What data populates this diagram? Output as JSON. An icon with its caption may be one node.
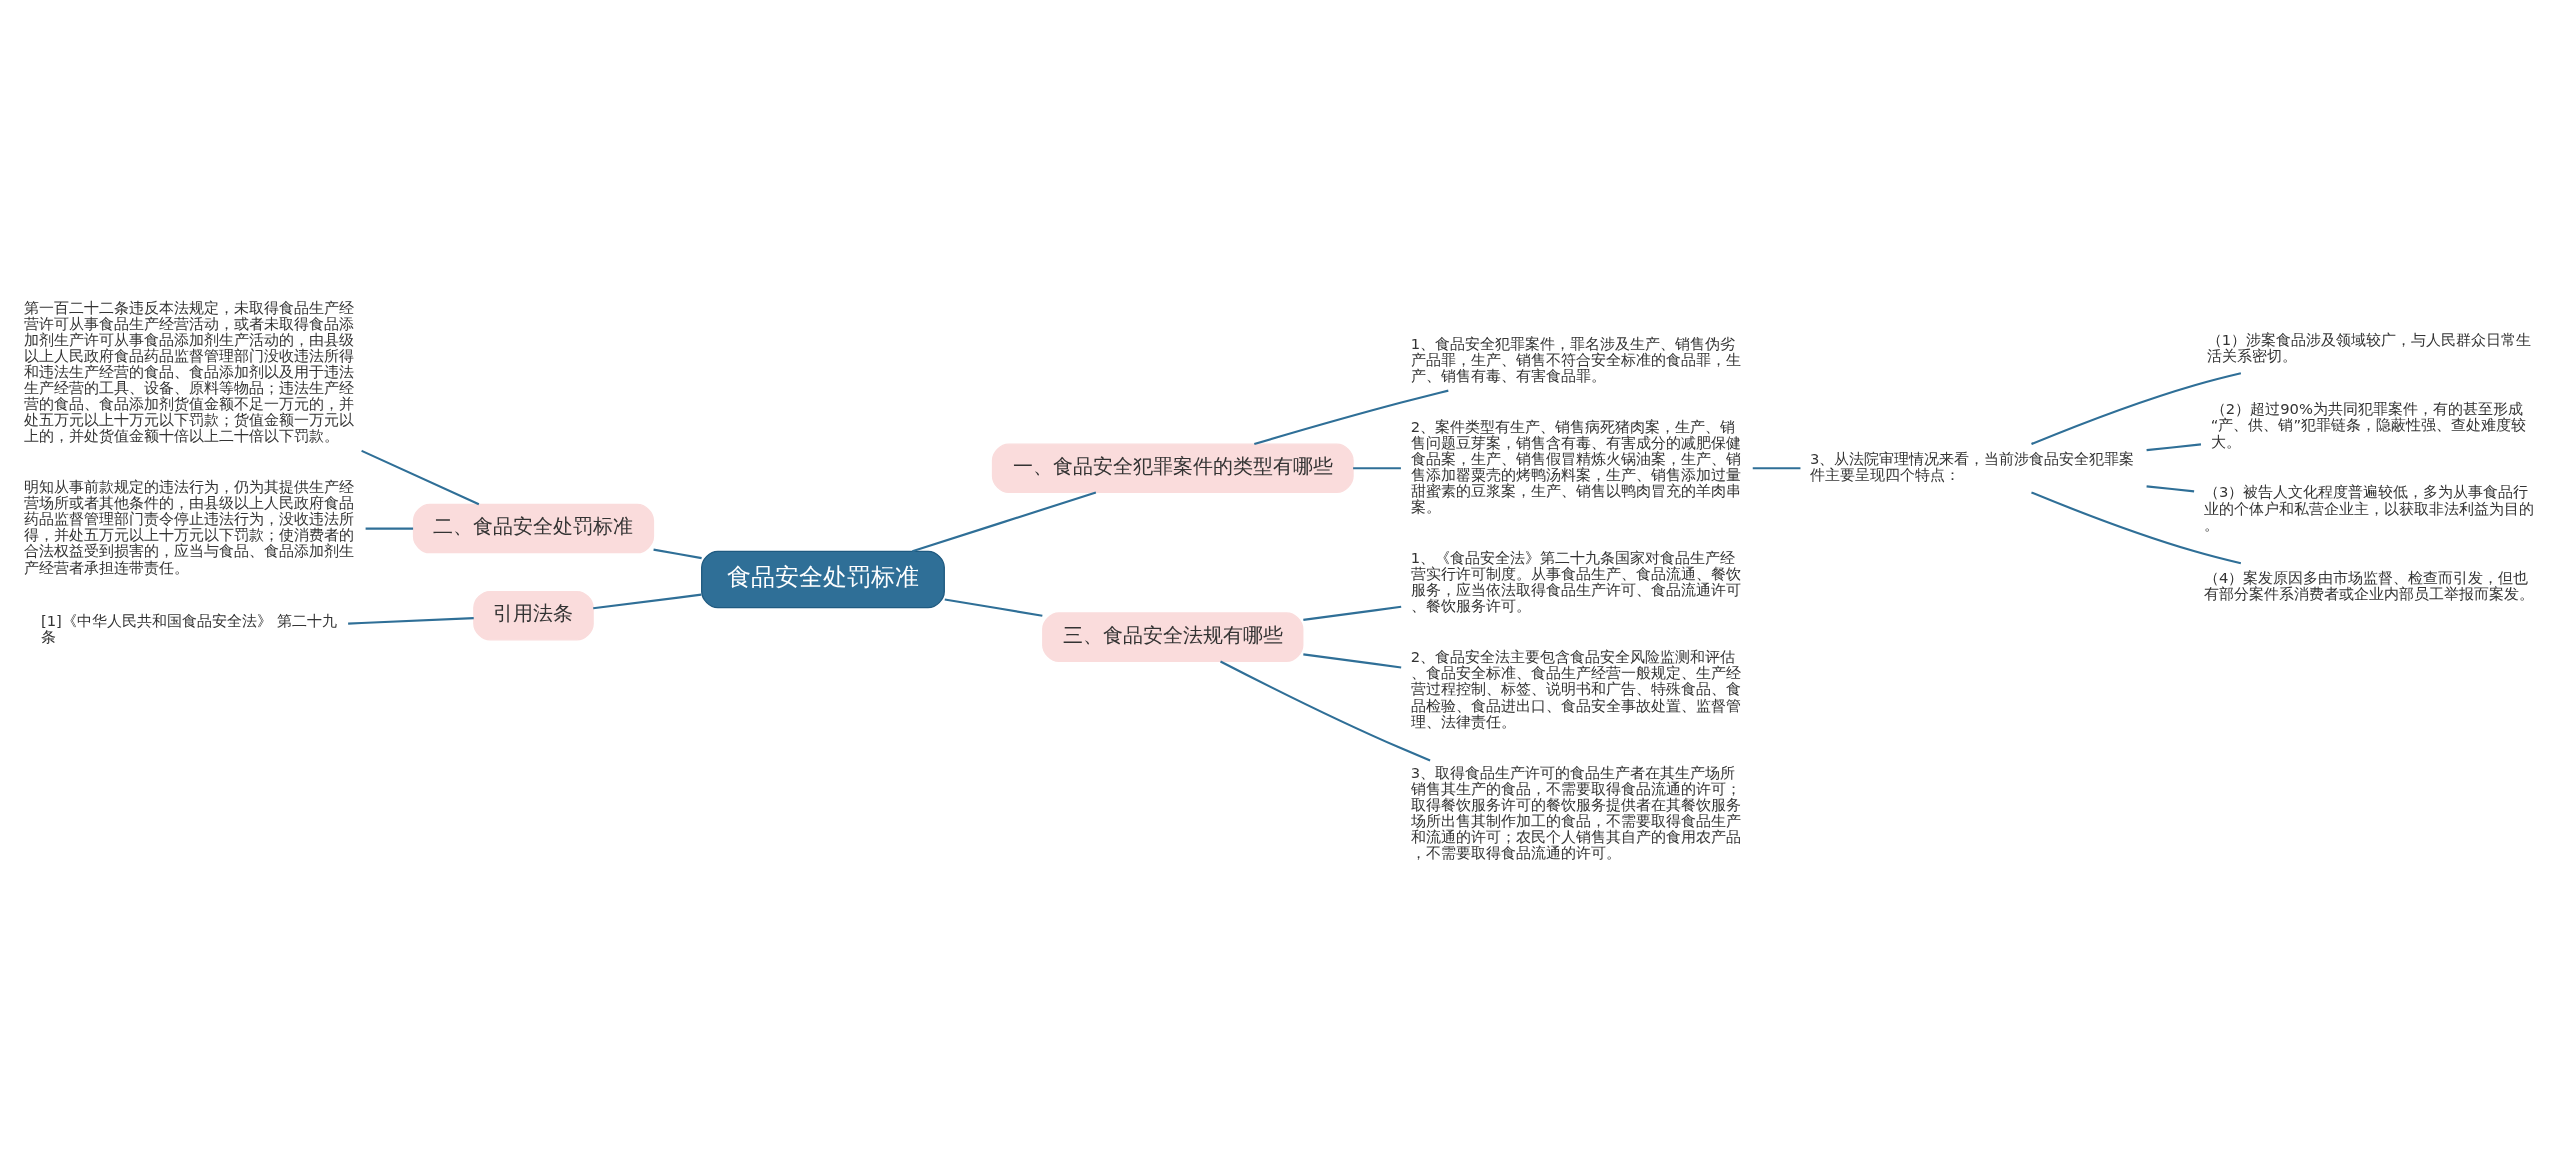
{
  "diagram": {
    "nodes": [
      {
        "text": [
          "食品安全处罚标准"
        ]
      },
      {
        "text": [
          "一、食品安全犯罪案件的类型有哪些"
        ]
      },
      {
        "text": [
          "1、食品安全犯罪案件，罪名涉及生产、销售伪劣产品罪，生产、销售不符合安全标准的食品罪，生产、销售有毒、有害食品罪。"
        ]
      },
      {
        "text": [
          "2、案件类型有生产、销售病死猪肉案，生产、销售问题豆芽案，销售含有毒、有害成分的减肥保健食品案，生产、销售假冒精炼火锅油案，生产、销售添加罂粟壳的烤鸭汤料案，生产、销售添加过量甜蜜素的豆浆案，生产、销售以鸭肉冒充的羊肉串案。"
        ]
      },
      {
        "text": [
          "3、从法院审理情况来看，当前涉食品安全犯罪案件主要呈现四个特点："
        ]
      },
      {
        "text": [
          "（1）涉案食品涉及领域较广，与人民群众日常生活关系密切。"
        ]
      },
      {
        "text": [
          "（2）超过90%为共同犯罪案件，有的甚至形成“产、供、销”犯罪链条，隐蔽性强、查处难度较大。"
        ]
      },
      {
        "text": [
          "（3）被告人文化程度普遍较低，多为从事食品行业的个体户和私营企业主，以获取非法利益为目的。"
        ]
      },
      {
        "text": [
          "（4）案发原因多由市场监督、检查而引发，但也有部分案件系消费者或企业内部员工举报而案发。"
        ]
      },
      {
        "text": [
          "三、食品安全法规有哪些"
        ]
      },
      {
        "text": [
          "1、《食品安全法》第二十九条国家对食品生产经营实行许可制度。从事食品生产、食品流通、餐饮服务，应当依法取得食品生产许可、食品流通许可、餐饮服务许可。"
        ]
      },
      {
        "text": [
          "2、食品安全法主要包含食品安全风险监测和评估、食品安全标准、食品生产经营一般规定、生产经营过程控制、标签、说明书和广告、特殊食品、食品检验、食品进出口、食品安全事故处置、监督管理、法律责任。"
        ]
      },
      {
        "text": [
          "3、取得食品生产许可的食品生产者在其生产场所销售其生产的食品，不需要取得食品流通的许可；取得餐饮服务许可的餐饮服务提供者在其餐饮服务场所出售其制作加工的食品，不需要取得食品生产和流通的许可；农民个人销售其自产的食用农产品，不需要取得食品流通的许可。"
        ]
      },
      {
        "text": [
          "二、食品安全处罚标准"
        ]
      },
      {
        "text": [
          "第一百二十二条违反本法规定，未取得食品生产经营许可从事食品生产经营活动，或者未取得食品添加剂生产许可从事食品添加剂生产活动的，由县级以上人民政府食品药品监督管理部门没收违法所得和违法生产经营的食品、食品添加剂以及用于违法生产经营的工具、设备、原料等物品；违法生产经营的食品、食品添加剂货值金额不足一万元的，并处五万元以上十万元以下罚款；货值金额一万元以上的，并处货值金额十倍以上二十倍以下罚款。"
        ]
      },
      {
        "text": [
          "明知从事前款规定的违法行为，仍为其提供生产经营场所或者其他条件的，由县级以上人民政府食品药品监督管理部门责令停止违法行为，没收违法所得，并处五万元以上十万元以下罚款；使消费者的合法权益受到损害的，应当与食品、食品添加剂生产经营者承担连带责任。"
        ]
      },
      {
        "text": [
          "引用法条"
        ]
      },
      {
        "text": [
          "[1]《中华人民共和国食品安全法》 第二十九条"
        ]
      }
    ],
    "edges": [
      {
        "from": 0,
        "to": 1,
        "arrow": "none"
      },
      {
        "from": 1,
        "to": 2,
        "arrow": "none"
      },
      {
        "from": 1,
        "to": 3,
        "arrow": "none"
      },
      {
        "from": 3,
        "to": 4,
        "arrow": "none"
      },
      {
        "from": 4,
        "to": 5,
        "arrow": "none"
      },
      {
        "from": 4,
        "to": 6,
        "arrow": "none"
      },
      {
        "from": 4,
        "to": 7,
        "arrow": "none"
      },
      {
        "from": 4,
        "to": 8,
        "arrow": "none"
      },
      {
        "from": 0,
        "to": 9,
        "arrow": "none"
      },
      {
        "from": 9,
        "to": 10,
        "arrow": "none"
      },
      {
        "from": 9,
        "to": 11,
        "arrow": "none"
      },
      {
        "from": 9,
        "to": 12,
        "arrow": "none"
      },
      {
        "from": 13,
        "to": 0,
        "arrow": "none"
      },
      {
        "from": 14,
        "to": 13,
        "arrow": "none"
      },
      {
        "from": 15,
        "to": 13,
        "arrow": "none"
      },
      {
        "from": 16,
        "to": 0,
        "arrow": "none"
      },
      {
        "from": 17,
        "to": 16,
        "arrow": "none"
      }
    ]
  }
}
